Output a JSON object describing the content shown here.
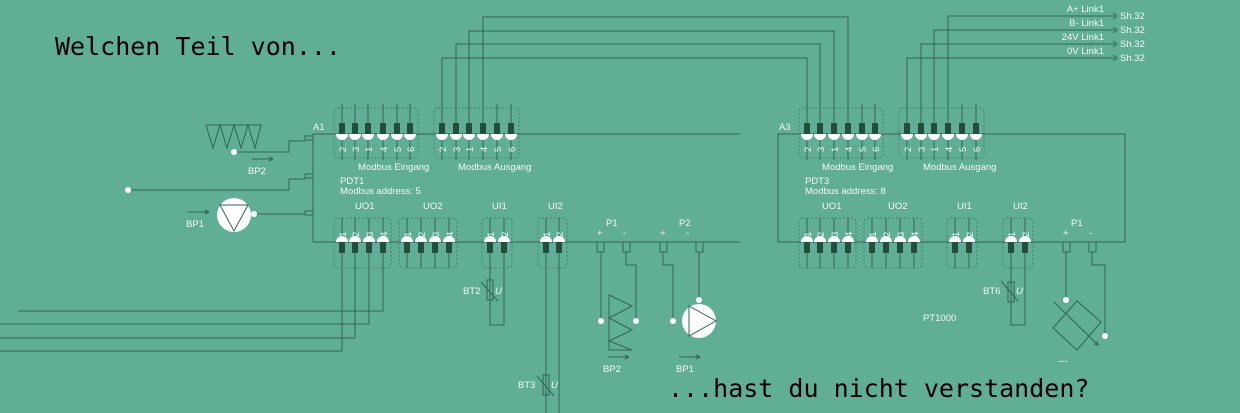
{
  "caption": {
    "top": "Welchen Teil von...",
    "bottom": "...hast du nicht verstanden?"
  },
  "modules": [
    {
      "id": "A1",
      "name": "PDT1",
      "address": "Modbus address: 5",
      "modbus_in": "Modbus Eingang",
      "modbus_out": "Modbus Ausgang",
      "uo1": "UO1",
      "uo2": "UO2",
      "ui1": "UI1",
      "ui2": "UI2",
      "p1": "P1",
      "p2": "P2"
    },
    {
      "id": "A3",
      "name": "PDT3",
      "address": "Modbus address: 8",
      "modbus_in": "Modbus Eingang",
      "modbus_out": "Modbus Ausgang",
      "uo1": "UO1",
      "uo2": "UO2",
      "ui1": "UI1",
      "ui2": "UI2",
      "p1": "P1"
    }
  ],
  "pins": {
    "modbus": [
      "2",
      "3",
      "1",
      "4",
      "5",
      "6"
    ],
    "uo": [
      "1",
      "2",
      "3",
      "4"
    ],
    "ui": [
      "1",
      "2"
    ],
    "power": [
      "+",
      "-"
    ]
  },
  "links": [
    {
      "label": "A+ Link1",
      "target": "Sh.32"
    },
    {
      "label": "B- Link1",
      "target": "Sh.32"
    },
    {
      "label": "24V Link1",
      "target": "Sh.32"
    },
    {
      "label": "0V Link1",
      "target": "Sh.32"
    }
  ],
  "devices": {
    "bp2": "BP2",
    "bp1": "BP1",
    "bt2": "BT2",
    "bt3": "BT3",
    "bt6": "BT6",
    "u": "U",
    "pt1000": "PT1000",
    "dashes": "---"
  },
  "colors": {
    "background": "#60ae96",
    "wire": "#2f6650",
    "text": "#f2f7f4"
  }
}
